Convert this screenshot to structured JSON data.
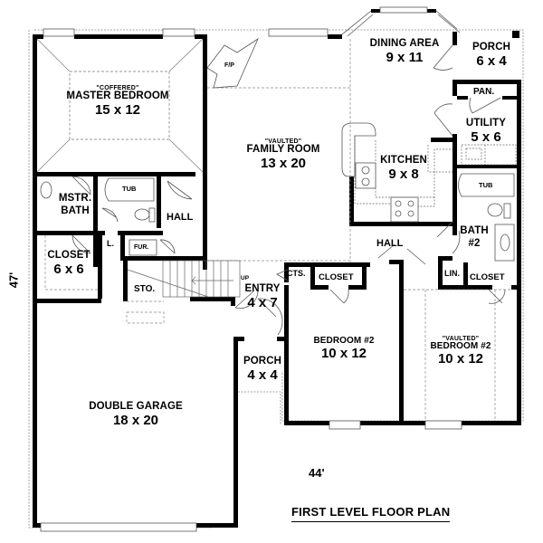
{
  "plan": {
    "title": "FIRST LEVEL FLOOR PLAN",
    "dimensions": {
      "width": "44'",
      "depth": "47'"
    }
  },
  "rooms": {
    "master_bedroom": {
      "note": "\"COFFERED\"",
      "name": "MASTER BEDROOM",
      "size": "15 x 12"
    },
    "family_room": {
      "note": "\"VAULTED\"",
      "name": "FAMILY ROOM",
      "size": "13 x 20"
    },
    "dining_area": {
      "name": "DINING AREA",
      "size": "9 x 11"
    },
    "rear_porch": {
      "name": "PORCH",
      "size": "6 x 4"
    },
    "pantry": {
      "name": "PAN."
    },
    "utility": {
      "name": "UTILITY",
      "size": "5 x 6"
    },
    "kitchen": {
      "name": "KITCHEN",
      "size": "9 x 8"
    },
    "master_bath": {
      "name": "MSTR.",
      "name2": "BATH"
    },
    "hall_left": {
      "name": "HALL"
    },
    "hall_right": {
      "name": "HALL"
    },
    "master_closet": {
      "name": "CLOSET",
      "size": "6 x 6"
    },
    "linen_left": {
      "name": "L."
    },
    "furnace": {
      "name": "FUR."
    },
    "storage": {
      "name": "STO."
    },
    "entry": {
      "name": "ENTRY",
      "size": "4 x 7",
      "stair_label": "UP"
    },
    "front_porch": {
      "name": "PORCH",
      "size": "4 x 4"
    },
    "garage": {
      "name": "DOUBLE GARAGE",
      "size": "18 x 20"
    },
    "coats": {
      "name": "CTS."
    },
    "closet_bed2": {
      "name": "CLOSET"
    },
    "bath2": {
      "name": "BATH",
      "name2": "#2"
    },
    "linen_right": {
      "name": "LIN."
    },
    "closet_bed3": {
      "name": "CLOSET"
    },
    "bedroom_2": {
      "name": "BEDROOM #2",
      "size": "10 x 12"
    },
    "bedroom_3": {
      "note": "\"VAULTED\"",
      "name": "BEDROOM #2",
      "size": "10 x 12"
    }
  },
  "fixtures": {
    "fireplace": "F/P",
    "tub_master": "TUB",
    "tub_bath2": "TUB"
  }
}
